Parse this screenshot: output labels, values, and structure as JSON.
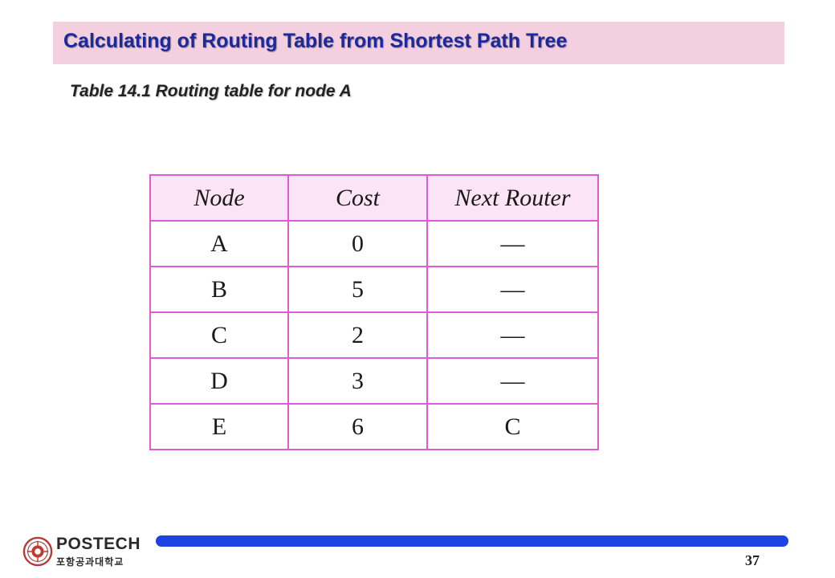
{
  "slide": {
    "title": "Calculating of Routing Table from Shortest Path Tree",
    "subtitle": "Table 14.1  Routing table for node A",
    "page_number": "37"
  },
  "table": {
    "headers": [
      "Node",
      "Cost",
      "Next Router"
    ],
    "rows": [
      [
        "A",
        "0",
        "—"
      ],
      [
        "B",
        "5",
        "—"
      ],
      [
        "C",
        "2",
        "—"
      ],
      [
        "D",
        "3",
        "—"
      ],
      [
        "E",
        "6",
        "C"
      ]
    ]
  },
  "footer": {
    "logo_text": "POSTECH",
    "logo_subtext": "포항공과대학교",
    "line_color": "#1d43e3"
  },
  "colors": {
    "title_bar": "#f3cfe0",
    "title_text": "#1a2a9c",
    "table_border": "#e15ad6",
    "header_fill": "#fbe4f6"
  }
}
